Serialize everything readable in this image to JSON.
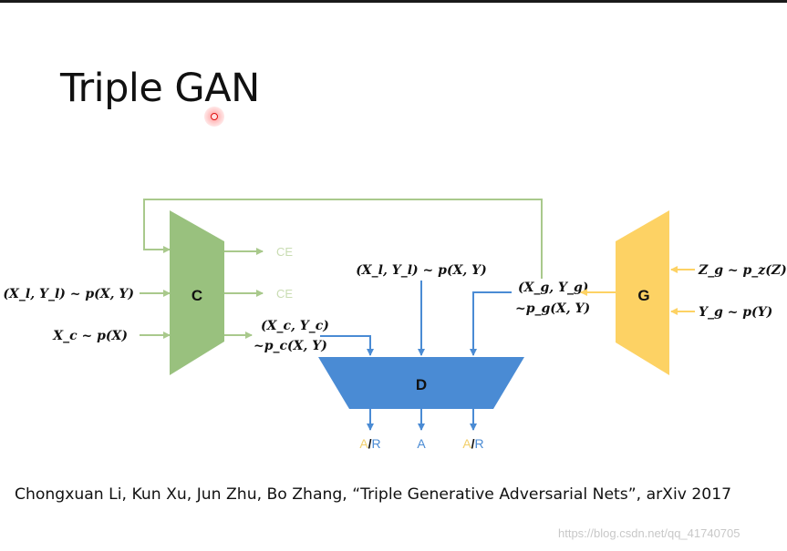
{
  "title": "Triple GAN",
  "colors": {
    "c_box": "#99c17e",
    "g_box": "#fdd264",
    "d_box": "#4a8bd4",
    "green_line": "#a9c98c",
    "blue_line": "#4a8bd4",
    "yellow_line": "#fdd264",
    "a_color": "#f2cf6b",
    "r_color": "#4a8bd4"
  },
  "diagram": {
    "c_label": "C",
    "g_label": "G",
    "d_label": "D",
    "c_inputs": [
      "(X_l, Y_l) ~ p(X, Y)",
      "X_c ~ p(X)"
    ],
    "c_outputs": [
      "CE",
      "CE"
    ],
    "c_generated": [
      "(X_c, Y_c)",
      "~p_c(X, Y)"
    ],
    "d_real_input": "(X_l, Y_l) ~ p(X, Y)",
    "g_inputs": [
      "Z_g ~ p_z(Z)",
      "Y_g ~ p(Y)"
    ],
    "g_generated": [
      "(X_g, Y_g)",
      "~p_g(X, Y)"
    ],
    "d_outputs": [
      {
        "a": "A",
        "sep": "/",
        "r": "R"
      },
      {
        "a": "A"
      },
      {
        "a": "A",
        "sep": "/",
        "r": "R"
      }
    ]
  },
  "citation": "Chongxuan Li, Kun Xu, Jun Zhu, Bo Zhang, “Triple Generative Adversarial Nets”, arXiv 2017",
  "watermark": "https://blog.csdn.net/qq_41740705"
}
